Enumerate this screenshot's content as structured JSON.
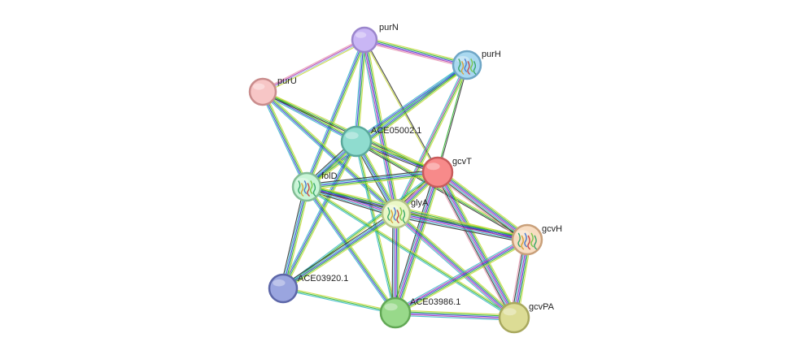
{
  "network": {
    "nodes": [
      {
        "id": "purN",
        "label": "purN",
        "color": "#c9b6f5",
        "stroke": "#9b86cc",
        "structure": false
      },
      {
        "id": "purH",
        "label": "purH",
        "color": "#a9d8f0",
        "stroke": "#6fa6c6",
        "structure": true
      },
      {
        "id": "purU",
        "label": "purU",
        "color": "#f7c6c6",
        "stroke": "#c98c8c",
        "structure": false
      },
      {
        "id": "ACE05002.1",
        "label": "ACE05002.1",
        "color": "#8fdccf",
        "stroke": "#5aa99c",
        "structure": false
      },
      {
        "id": "gcvT",
        "label": "gcvT",
        "color": "#f78a8a",
        "stroke": "#c85b5b",
        "structure": false
      },
      {
        "id": "folD",
        "label": "folD",
        "color": "#c8f5d6",
        "stroke": "#83bd95",
        "structure": true
      },
      {
        "id": "glyA",
        "label": "glyA",
        "color": "#eaf7c6",
        "stroke": "#b3c487",
        "structure": true
      },
      {
        "id": "gcvH",
        "label": "gcvH",
        "color": "#f8ddc2",
        "stroke": "#c9a07a",
        "structure": true
      },
      {
        "id": "ACE03920.1",
        "label": "ACE03920.1",
        "color": "#9aa5df",
        "stroke": "#5d67a8",
        "structure": false
      },
      {
        "id": "ACE03986.1",
        "label": "ACE03986.1",
        "color": "#98d98a",
        "stroke": "#62a855",
        "structure": false
      },
      {
        "id": "gcvPA",
        "label": "gcvPA",
        "color": "#dcdc95",
        "stroke": "#a8a85e",
        "structure": false
      }
    ],
    "edge_colors": {
      "yellow": "#c8d93a",
      "green": "#2db52d",
      "blue": "#3a3ad9",
      "purple": "#b03ab0",
      "cyan": "#3ab8c8",
      "black": "#333333",
      "lightblue": "#9ab3e8",
      "pink": "#e89ab3"
    },
    "edges": [
      {
        "a": "purN",
        "b": "purH",
        "colors": [
          "yellow",
          "green",
          "blue",
          "purple",
          "pink"
        ]
      },
      {
        "a": "purN",
        "b": "purU",
        "colors": [
          "yellow",
          "lightblue",
          "purple",
          "pink"
        ]
      },
      {
        "a": "purN",
        "b": "ACE05002.1",
        "colors": [
          "yellow",
          "green",
          "blue",
          "cyan"
        ]
      },
      {
        "a": "purN",
        "b": "gcvT",
        "colors": [
          "black",
          "yellow"
        ]
      },
      {
        "a": "purN",
        "b": "folD",
        "colors": [
          "yellow",
          "green",
          "blue",
          "cyan"
        ]
      },
      {
        "a": "purN",
        "b": "glyA",
        "colors": [
          "yellow",
          "green",
          "blue",
          "purple",
          "cyan"
        ]
      },
      {
        "a": "purH",
        "b": "ACE05002.1",
        "colors": [
          "yellow",
          "green",
          "blue",
          "cyan"
        ]
      },
      {
        "a": "purH",
        "b": "gcvT",
        "colors": [
          "black",
          "green"
        ]
      },
      {
        "a": "purH",
        "b": "folD",
        "colors": [
          "yellow",
          "green",
          "blue",
          "cyan"
        ]
      },
      {
        "a": "purH",
        "b": "glyA",
        "colors": [
          "yellow",
          "green",
          "purple",
          "cyan"
        ]
      },
      {
        "a": "purU",
        "b": "ACE05002.1",
        "colors": [
          "yellow",
          "green",
          "blue",
          "cyan"
        ]
      },
      {
        "a": "purU",
        "b": "folD",
        "colors": [
          "yellow",
          "green",
          "blue",
          "cyan"
        ]
      },
      {
        "a": "purU",
        "b": "glyA",
        "colors": [
          "yellow",
          "green",
          "blue",
          "cyan"
        ]
      },
      {
        "a": "purU",
        "b": "gcvT",
        "colors": [
          "yellow",
          "green",
          "black"
        ]
      },
      {
        "a": "ACE05002.1",
        "b": "gcvT",
        "colors": [
          "yellow",
          "green",
          "blue",
          "black"
        ]
      },
      {
        "a": "ACE05002.1",
        "b": "folD",
        "colors": [
          "yellow",
          "green",
          "blue",
          "cyan",
          "black"
        ]
      },
      {
        "a": "ACE05002.1",
        "b": "glyA",
        "colors": [
          "yellow",
          "green",
          "blue",
          "cyan",
          "black"
        ]
      },
      {
        "a": "ACE05002.1",
        "b": "gcvH",
        "colors": [
          "yellow",
          "green",
          "black"
        ]
      },
      {
        "a": "ACE05002.1",
        "b": "ACE03920.1",
        "colors": [
          "yellow",
          "green",
          "blue",
          "cyan"
        ]
      },
      {
        "a": "ACE05002.1",
        "b": "ACE03986.1",
        "colors": [
          "yellow",
          "green",
          "cyan"
        ]
      },
      {
        "a": "gcvT",
        "b": "folD",
        "colors": [
          "yellow",
          "green",
          "blue",
          "cyan",
          "black"
        ]
      },
      {
        "a": "gcvT",
        "b": "glyA",
        "colors": [
          "yellow",
          "green",
          "blue",
          "purple",
          "black"
        ]
      },
      {
        "a": "gcvT",
        "b": "gcvH",
        "colors": [
          "yellow",
          "green",
          "blue",
          "purple",
          "cyan",
          "black",
          "pink"
        ]
      },
      {
        "a": "gcvT",
        "b": "gcvPA",
        "colors": [
          "yellow",
          "green",
          "blue",
          "purple",
          "cyan",
          "black",
          "pink"
        ]
      },
      {
        "a": "gcvT",
        "b": "ACE03986.1",
        "colors": [
          "yellow",
          "green",
          "blue",
          "purple",
          "cyan",
          "black"
        ]
      },
      {
        "a": "gcvT",
        "b": "ACE03920.1",
        "colors": [
          "yellow",
          "green",
          "cyan"
        ]
      },
      {
        "a": "folD",
        "b": "glyA",
        "colors": [
          "yellow",
          "green",
          "blue",
          "purple",
          "cyan",
          "black"
        ]
      },
      {
        "a": "folD",
        "b": "gcvH",
        "colors": [
          "yellow",
          "green",
          "blue",
          "black"
        ]
      },
      {
        "a": "folD",
        "b": "ACE03920.1",
        "colors": [
          "yellow",
          "green",
          "blue",
          "cyan",
          "black"
        ]
      },
      {
        "a": "folD",
        "b": "ACE03986.1",
        "colors": [
          "yellow",
          "green",
          "blue",
          "cyan"
        ]
      },
      {
        "a": "folD",
        "b": "gcvPA",
        "colors": [
          "yellow",
          "green",
          "cyan"
        ]
      },
      {
        "a": "glyA",
        "b": "gcvH",
        "colors": [
          "yellow",
          "green",
          "blue",
          "purple",
          "cyan",
          "black"
        ]
      },
      {
        "a": "glyA",
        "b": "gcvPA",
        "colors": [
          "yellow",
          "green",
          "blue",
          "purple",
          "cyan"
        ]
      },
      {
        "a": "glyA",
        "b": "ACE03920.1",
        "colors": [
          "yellow",
          "green",
          "blue",
          "cyan",
          "black"
        ]
      },
      {
        "a": "glyA",
        "b": "ACE03986.1",
        "colors": [
          "yellow",
          "green",
          "blue",
          "purple",
          "cyan",
          "black"
        ]
      },
      {
        "a": "gcvH",
        "b": "gcvPA",
        "colors": [
          "yellow",
          "green",
          "blue",
          "purple",
          "cyan",
          "black",
          "pink"
        ]
      },
      {
        "a": "gcvH",
        "b": "ACE03986.1",
        "colors": [
          "yellow",
          "green",
          "blue",
          "purple",
          "cyan"
        ]
      },
      {
        "a": "ACE03986.1",
        "b": "gcvPA",
        "colors": [
          "yellow",
          "green",
          "blue",
          "purple",
          "cyan"
        ]
      },
      {
        "a": "ACE03920.1",
        "b": "ACE03986.1",
        "colors": [
          "yellow",
          "green",
          "cyan"
        ]
      }
    ]
  }
}
